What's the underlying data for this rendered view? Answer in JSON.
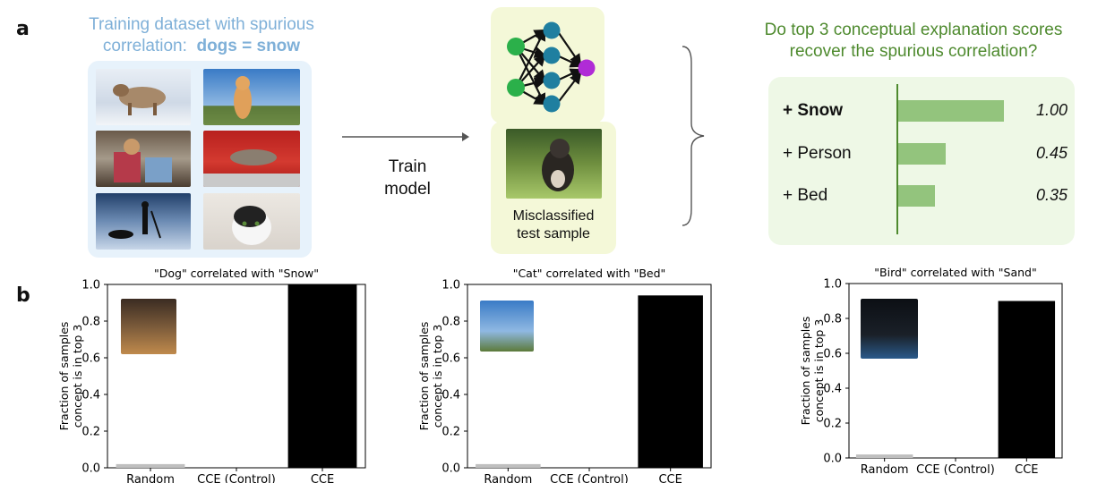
{
  "panel_a": {
    "letter": "a",
    "dataset_title_line1": "Training dataset with spurious",
    "dataset_title_line2_prefix": "correlation:",
    "dataset_title_line2_bold": "dogs = snow",
    "train_label_line1": "Train",
    "train_label_line2": "model",
    "test_label_line1": "Misclassified",
    "test_label_line2": "test sample",
    "question_line1": "Do top 3 conceptual explanation scores",
    "question_line2": "recover the spurious correlation?",
    "scores": [
      {
        "label": "+ Snow",
        "value": 1.0,
        "value_text": "1.00",
        "bold": true
      },
      {
        "label": "+ Person",
        "value": 0.45,
        "value_text": "0.45",
        "bold": false
      },
      {
        "label": "+ Bed",
        "value": 0.35,
        "value_text": "0.35",
        "bold": false
      }
    ],
    "colors": {
      "dataset_title": "#7fb0d8",
      "question": "#4e8a2e",
      "score_bar": "#93c47d"
    }
  },
  "panel_b": {
    "letter": "b"
  },
  "chart_data": [
    {
      "type": "bar",
      "title": "\"Dog\" correlated with \"Snow\"",
      "ylabel": "Fraction of samples concept is in top 3",
      "ylabel_line1": "Fraction of samples",
      "ylabel_line2": "concept is in top 3",
      "categories": [
        "Random",
        "CCE (Control)",
        "CCE"
      ],
      "values": [
        0.02,
        0.0,
        1.0
      ],
      "colors": [
        "#bfbfbf",
        "#bfbfbf",
        "#000000"
      ],
      "ylim": [
        0,
        1.0
      ],
      "yticks": [
        "0.0",
        "0.2",
        "0.4",
        "0.6",
        "0.8",
        "1.0"
      ],
      "grid": false
    },
    {
      "type": "bar",
      "title": "\"Cat\" correlated with \"Bed\"",
      "ylabel": "Fraction of samples concept is in top 3",
      "ylabel_line1": "Fraction of samples",
      "ylabel_line2": "concept is in top 3",
      "categories": [
        "Random",
        "CCE (Control)",
        "CCE"
      ],
      "values": [
        0.02,
        0.0,
        0.94
      ],
      "colors": [
        "#bfbfbf",
        "#bfbfbf",
        "#000000"
      ],
      "ylim": [
        0,
        1.0
      ],
      "yticks": [
        "0.0",
        "0.2",
        "0.4",
        "0.6",
        "0.8",
        "1.0"
      ],
      "grid": false
    },
    {
      "type": "bar",
      "title": "\"Bird\" correlated with \"Sand\"",
      "ylabel": "Fraction of samples concept is in top 3",
      "ylabel_line1": "Fraction of samples",
      "ylabel_line2": "concept is in top 3",
      "categories": [
        "Random",
        "CCE (Control)",
        "CCE"
      ],
      "values": [
        0.02,
        0.0,
        0.9
      ],
      "colors": [
        "#bfbfbf",
        "#bfbfbf",
        "#000000"
      ],
      "ylim": [
        0,
        1.0
      ],
      "yticks": [
        "0.0",
        "0.2",
        "0.4",
        "0.6",
        "0.8",
        "1.0"
      ],
      "grid": false
    }
  ]
}
